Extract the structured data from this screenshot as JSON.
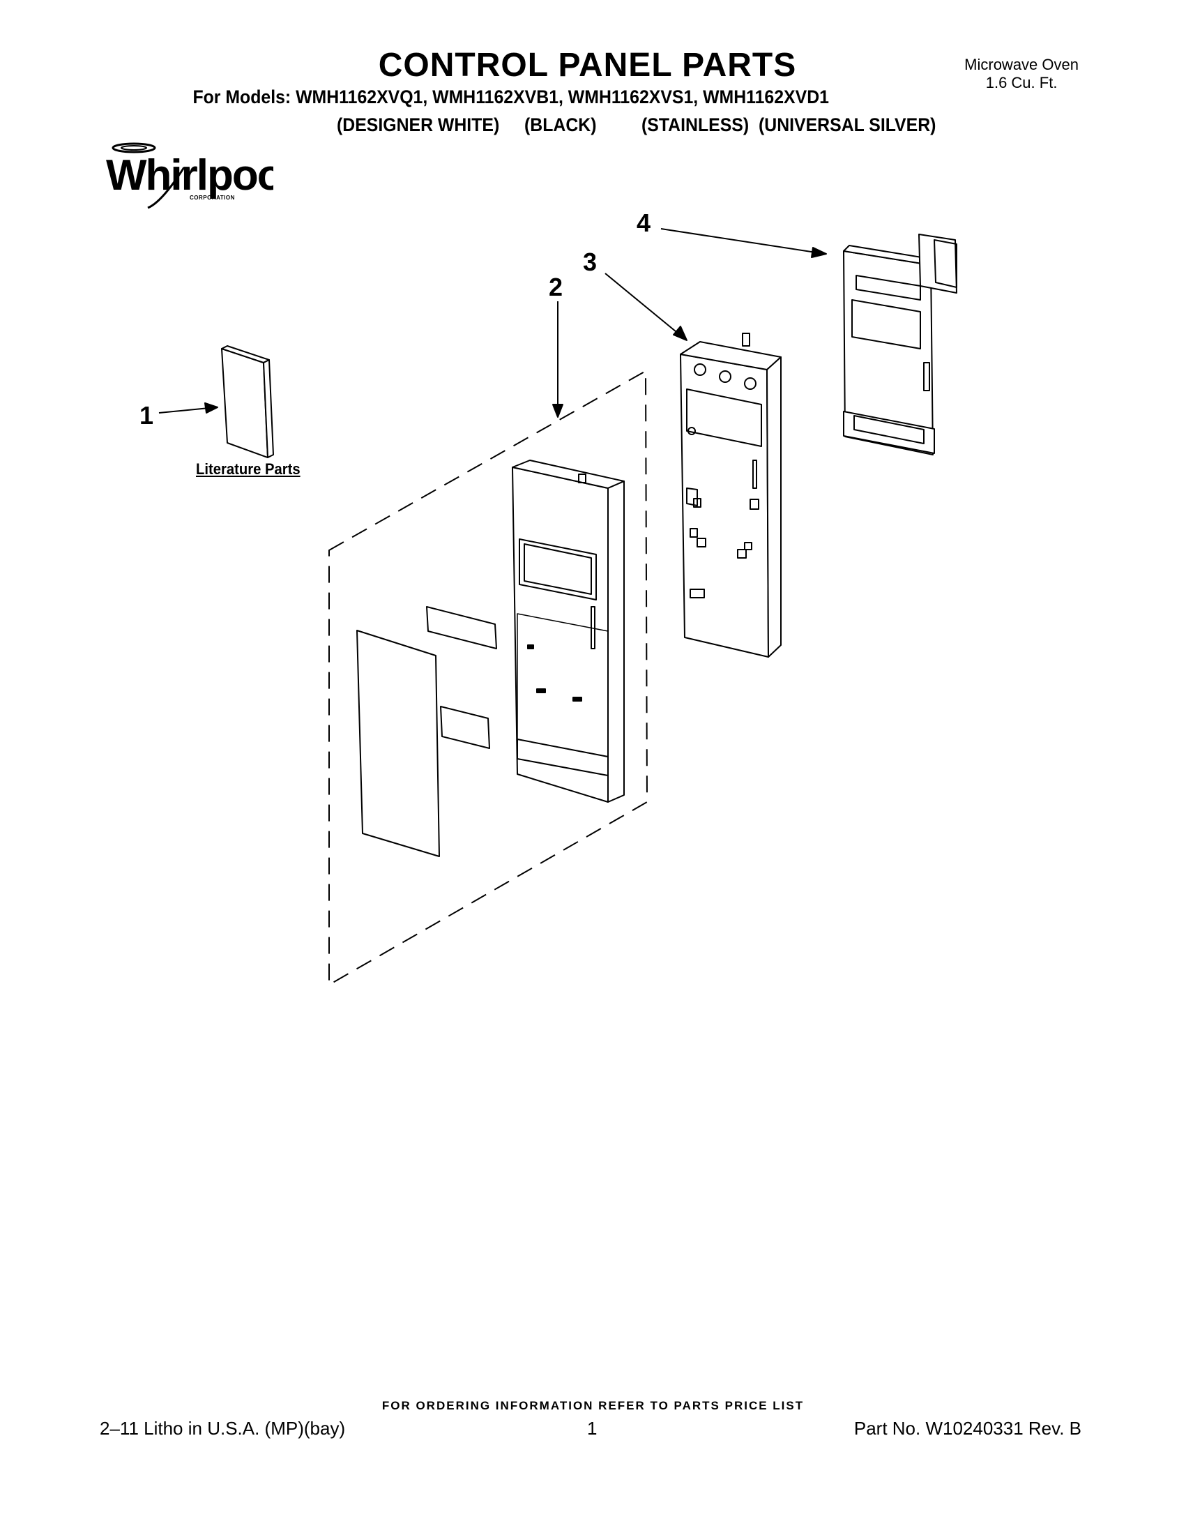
{
  "header": {
    "title": "CONTROL PANEL PARTS",
    "models": "For Models: WMH1162XVQ1, WMH1162XVB1, WMH1162XVS1, WMH1162XVD1",
    "colors": [
      "(DESIGNER WHITE)",
      "(BLACK)",
      "(STAINLESS)",
      "(UNIVERSAL SILVER)"
    ],
    "product_line1": "Microwave Oven",
    "product_line2": "1.6 Cu. Ft."
  },
  "logo": {
    "brand": "Whirlpool",
    "sub": "CORPORATION"
  },
  "callouts": [
    "1",
    "2",
    "3",
    "4"
  ],
  "literature_label": "Literature Parts",
  "footer": {
    "ordering_note": "FOR ORDERING INFORMATION REFER TO PARTS PRICE LIST",
    "litho": "2–11 Litho in U.S.A. (MP)(bay)",
    "page_number": "1",
    "part_number": "Part No. W10240331 Rev. B"
  }
}
